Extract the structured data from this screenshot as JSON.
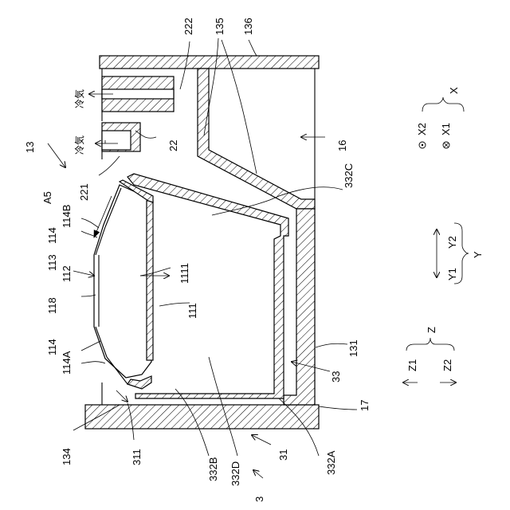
{
  "labels": {
    "l222": "222",
    "l135": "135",
    "l136": "136",
    "l16": "16",
    "l22": "22",
    "l221": "221",
    "l332C": "332C",
    "l13": "13",
    "lA5": "A5",
    "l114B": "114B",
    "l114a": "114",
    "l113": "113",
    "l112": "112",
    "l1111": "1111",
    "l118": "118",
    "l111": "111",
    "l114b": "114",
    "l114A": "114A",
    "l131": "131",
    "l33": "33",
    "l17": "17",
    "l134": "134",
    "l311": "311",
    "l332B": "332B",
    "l332D": "332D",
    "l31": "31",
    "l332A": "332A",
    "l3": "3",
    "cold1": "冷気",
    "cold2": "冷気"
  },
  "axes": {
    "X": "X",
    "X1": "X1",
    "X2": "X2",
    "Y": "Y",
    "Y1": "Y1",
    "Y2": "Y2",
    "Z": "Z",
    "Z1": "Z1",
    "Z2": "Z2"
  }
}
